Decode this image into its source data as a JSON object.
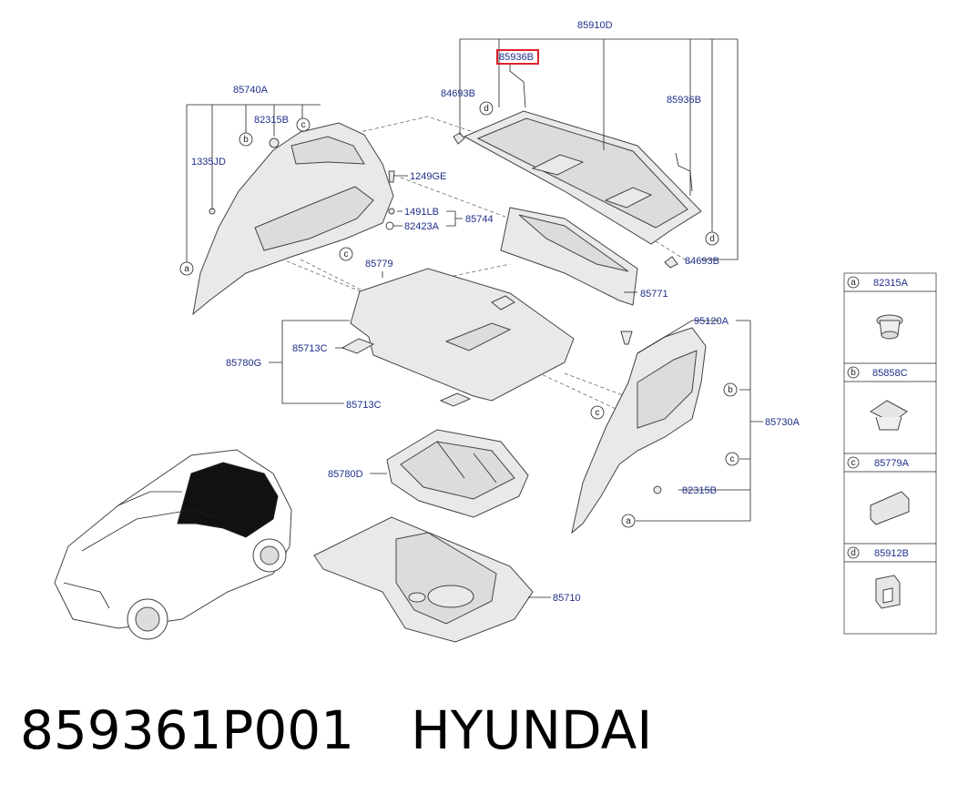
{
  "labels": {
    "p85910D": "85910D",
    "p85936B_top": "85936B",
    "p84693B_top": "84693B",
    "p85936B_right": "85936B",
    "p84693B_bottom": "84693B",
    "p85740A": "85740A",
    "p82315B_top": "82315B",
    "p1335JD": "1335JD",
    "p1249GE": "1249GE",
    "p1491LB": "1491LB",
    "p82423A": "82423A",
    "p85744": "85744",
    "p85779": "85779",
    "p85771": "85771",
    "p85713C_upper": "85713C",
    "p85780G": "85780G",
    "p85713C_lower": "85713C",
    "p95120A": "95120A",
    "p85730A": "85730A",
    "p82315B_bottom": "82315B",
    "p85780D": "85780D",
    "p85710": "85710"
  },
  "callouts": {
    "a": "a",
    "b": "b",
    "c": "c",
    "d": "d"
  },
  "legend": [
    {
      "key": "a",
      "part": "82315A",
      "icon": "push-clip-icon"
    },
    {
      "key": "b",
      "part": "85858C",
      "icon": "retainer-clip-icon"
    },
    {
      "key": "c",
      "part": "85779A",
      "icon": "cover-plate-icon"
    },
    {
      "key": "d",
      "part": "85912B",
      "icon": "hook-clip-icon"
    }
  ],
  "highlight_color": "#e0202a",
  "label_color": "#1f2f8a",
  "footer": {
    "part_number": "859361P001",
    "brand": "HYUNDAI"
  }
}
